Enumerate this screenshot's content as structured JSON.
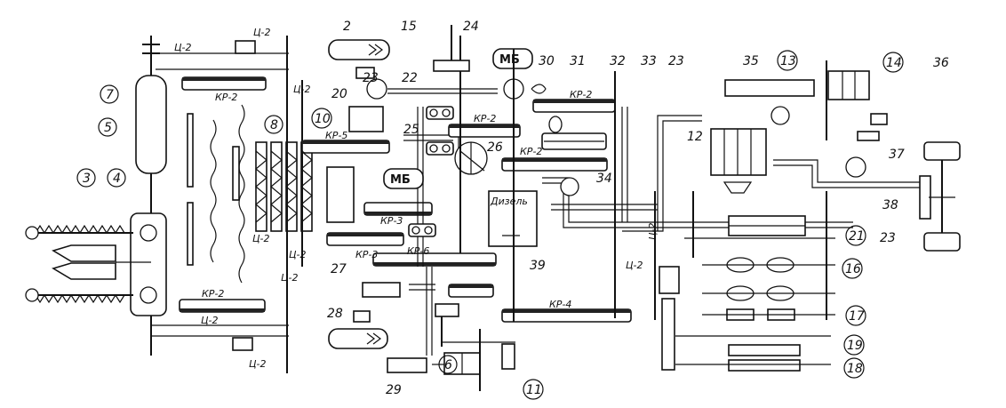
{
  "labels": {
    "n2": "2",
    "n3": "3",
    "n4": "4",
    "n5": "5",
    "n6": "6",
    "n7": "7",
    "n8": "8",
    "n10": "10",
    "n11": "11",
    "n12": "12",
    "n13": "13",
    "n14": "14",
    "n15": "15",
    "n16": "16",
    "n17": "17",
    "n18": "18",
    "n19": "19",
    "n20": "20",
    "n21": "21",
    "n22": "22",
    "n23a": "23",
    "n23b": "23",
    "n23c": "23",
    "n24": "24",
    "n25": "25",
    "n26": "26",
    "n27": "27",
    "n28": "28",
    "n29": "29",
    "n30": "30",
    "n31": "31",
    "n32": "32",
    "n33": "33",
    "n34": "34",
    "n35": "35",
    "n36": "36",
    "n37": "37",
    "n38": "38",
    "n39": "39"
  },
  "drives": {
    "c2_top": "Ц-2",
    "c2_top2": "Ц-2",
    "c2_a": "Ц-2",
    "c2_b": "Ц-2",
    "c2_c": "Ц-2",
    "c2_d": "Ц-2",
    "c2_e": "Ц-2",
    "c2_f": "Ц-2",
    "c2_g": "Ц-2",
    "c2_h": "Ц-2",
    "kr2_a": "КР-2",
    "kr2_b": "КР-2",
    "kr2_c": "КР-2",
    "kr2_d": "КР-2",
    "kr2_e": "КР-2",
    "kr3_a": "КР-3",
    "kr3_b": "КР-3",
    "kr4": "КР-4",
    "kr5": "КР-5",
    "kr6": "КР-6"
  },
  "components": {
    "mb_top": "МБ",
    "mb_mid": "МБ",
    "engine": "Дизель"
  }
}
